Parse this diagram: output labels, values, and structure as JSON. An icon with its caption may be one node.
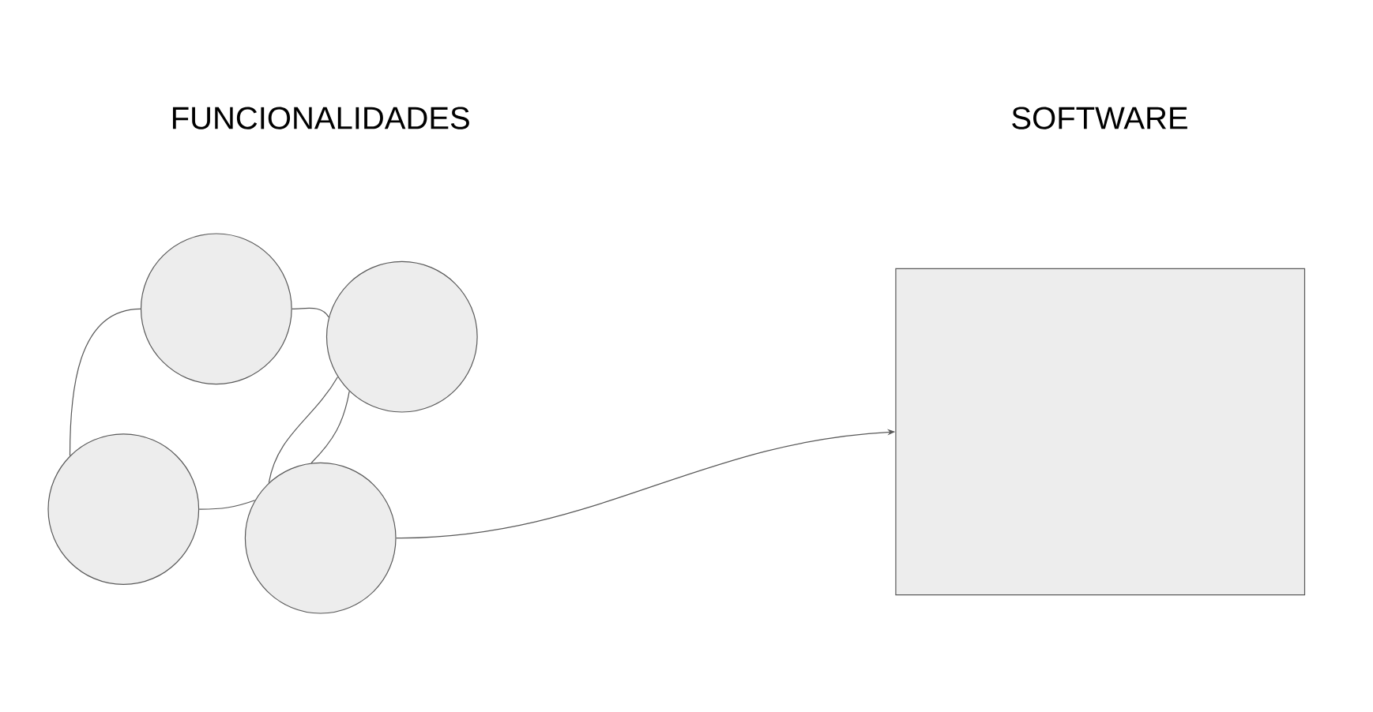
{
  "diagram": {
    "nodes": [
      {
        "text": [],
        "shape": "circle"
      },
      {
        "text": [],
        "shape": "circle"
      },
      {
        "text": [],
        "shape": "circle"
      },
      {
        "text": [],
        "shape": "circle"
      },
      {
        "text": [],
        "shape": "box"
      }
    ],
    "edges": [
      {
        "from": 0,
        "to": 2,
        "arrow": "none"
      },
      {
        "from": 0,
        "to": 1,
        "arrow": "none"
      },
      {
        "from": 1,
        "to": 3,
        "arrow": "none"
      },
      {
        "from": 1,
        "to": 3,
        "arrow": "none"
      },
      {
        "from": 2,
        "to": 3,
        "arrow": "none"
      },
      {
        "from": 3,
        "to": 4,
        "arrow": "to"
      }
    ],
    "labels": [
      "FUNCIONALIDADES",
      "SOFTWARE"
    ]
  }
}
